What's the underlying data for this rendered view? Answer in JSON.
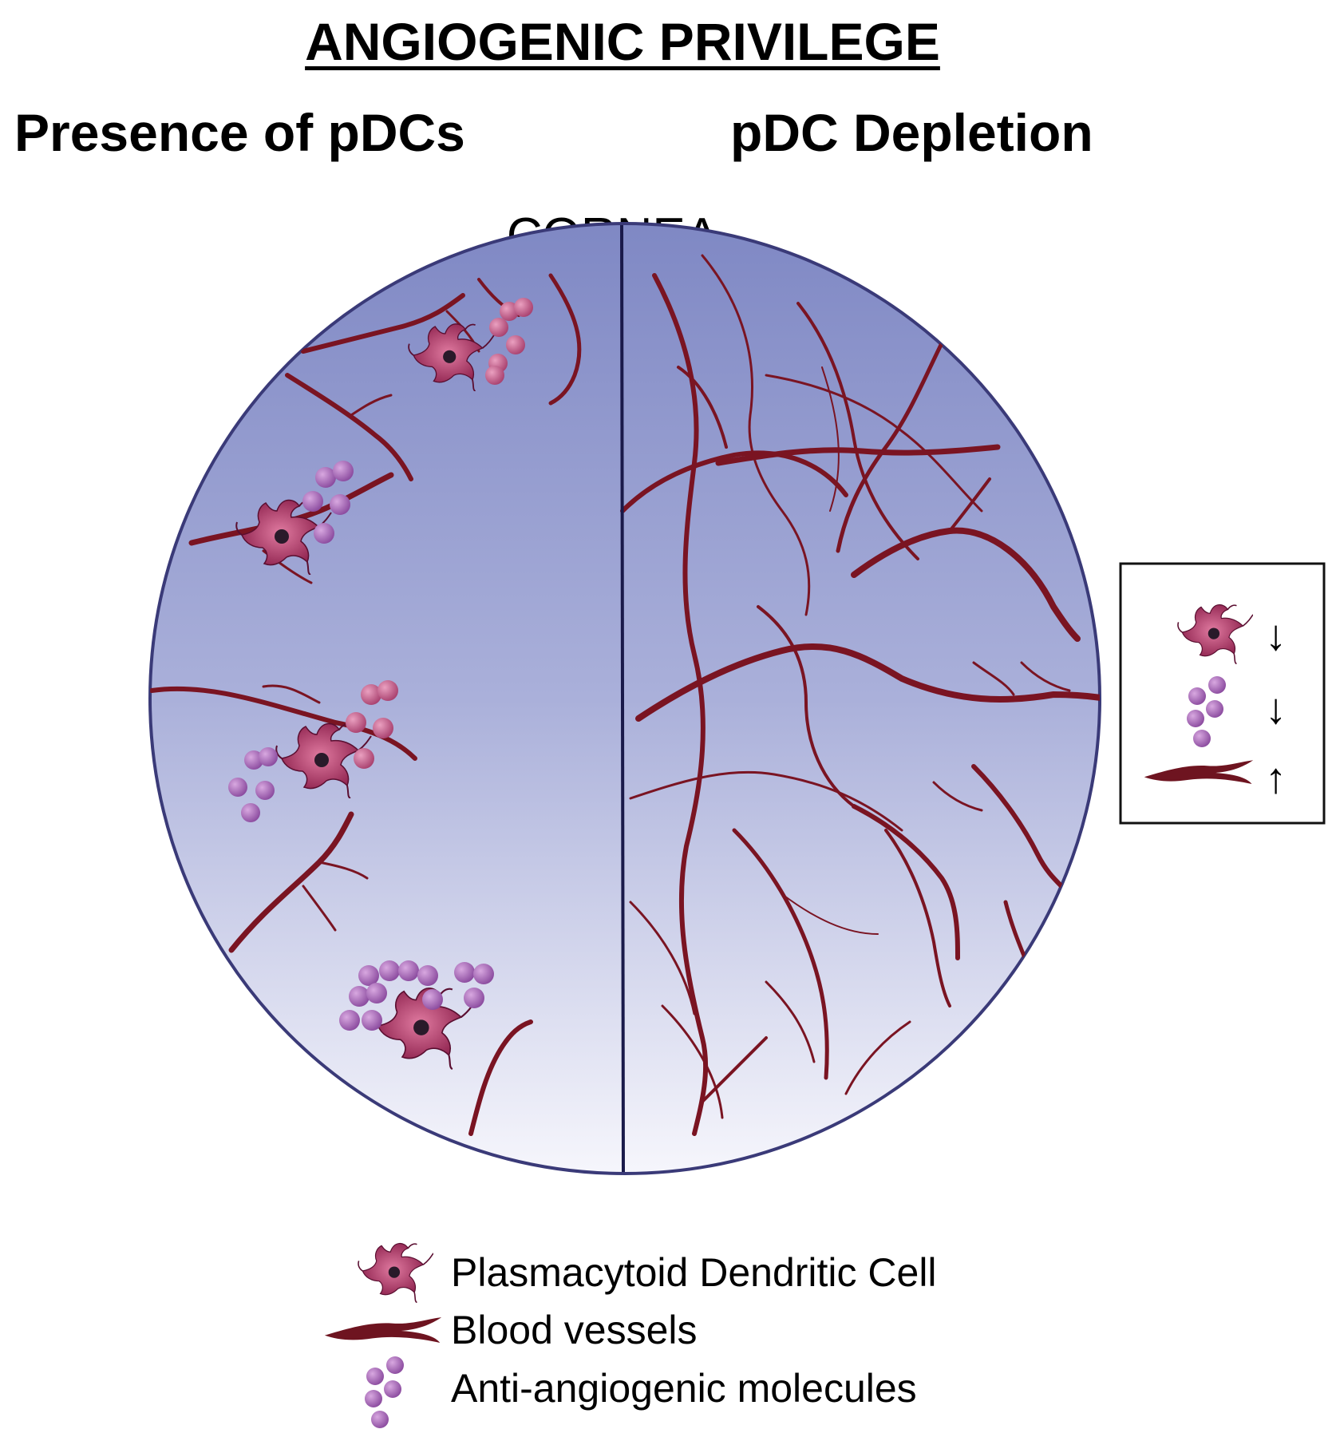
{
  "title": "ANGIOGENIC PRIVILEGE",
  "panels": {
    "left_label": "Presence of pDCs",
    "right_label": "pDC Depletion"
  },
  "cornea_label": "CORNEA",
  "colors": {
    "vessel": "#7a1422",
    "cell": "#a8305a",
    "molecule": "#9a55a8",
    "cornea_top": "#8089c4",
    "cornea_bottom": "#f4f4fb"
  },
  "summary_box": {
    "rows": [
      {
        "icon": "dendritic-cell-icon",
        "arrow": "↓"
      },
      {
        "icon": "molecules-icon",
        "arrow": "↓"
      },
      {
        "icon": "blood-vessel-icon",
        "arrow": "↑"
      }
    ]
  },
  "legend": {
    "items": [
      {
        "icon": "dendritic-cell-icon",
        "label": "Plasmacytoid Dendritic Cell"
      },
      {
        "icon": "blood-vessel-icon",
        "label": "Blood vessels"
      },
      {
        "icon": "molecules-icon",
        "label": "Anti-angiogenic molecules"
      }
    ]
  }
}
